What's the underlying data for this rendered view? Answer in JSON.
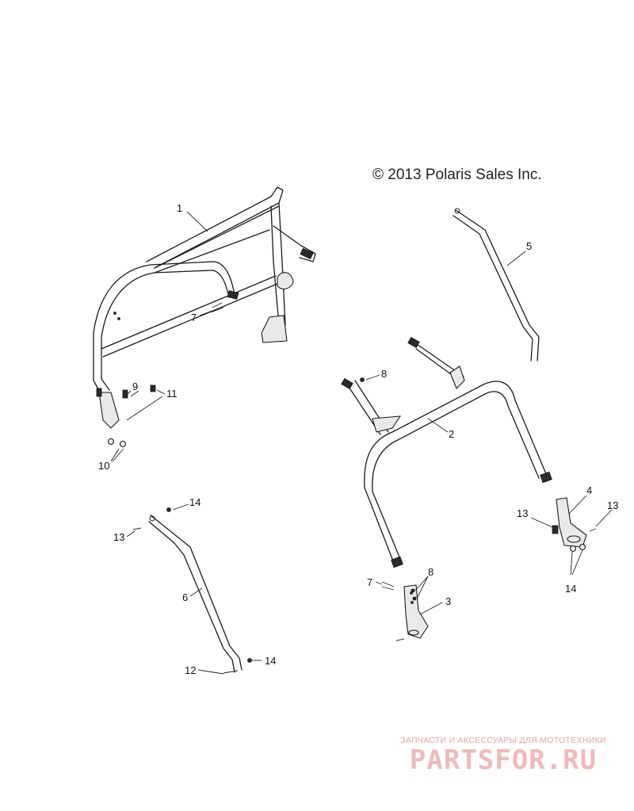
{
  "copyright": "© 2013 Polaris Sales Inc.",
  "callouts": {
    "c1": "1",
    "c2": "2",
    "c3": "3",
    "c4": "4",
    "c5": "5",
    "c6": "6",
    "c7a": "7",
    "c7b": "7",
    "c8a": "8",
    "c8b": "8",
    "c9": "9",
    "c10": "10",
    "c11": "11",
    "c12": "12",
    "c13a": "13",
    "c13b": "13",
    "c13c": "13",
    "c14a": "14",
    "c14b": "14",
    "c14c": "14"
  },
  "watermark": {
    "tagline": "ЗАПЧАСТИ И АКСЕССУАРЫ ДЛЯ МОТОТЕХНИКИ",
    "logo": "PARTSFOR.RU",
    "color": "#f0b9b9"
  }
}
